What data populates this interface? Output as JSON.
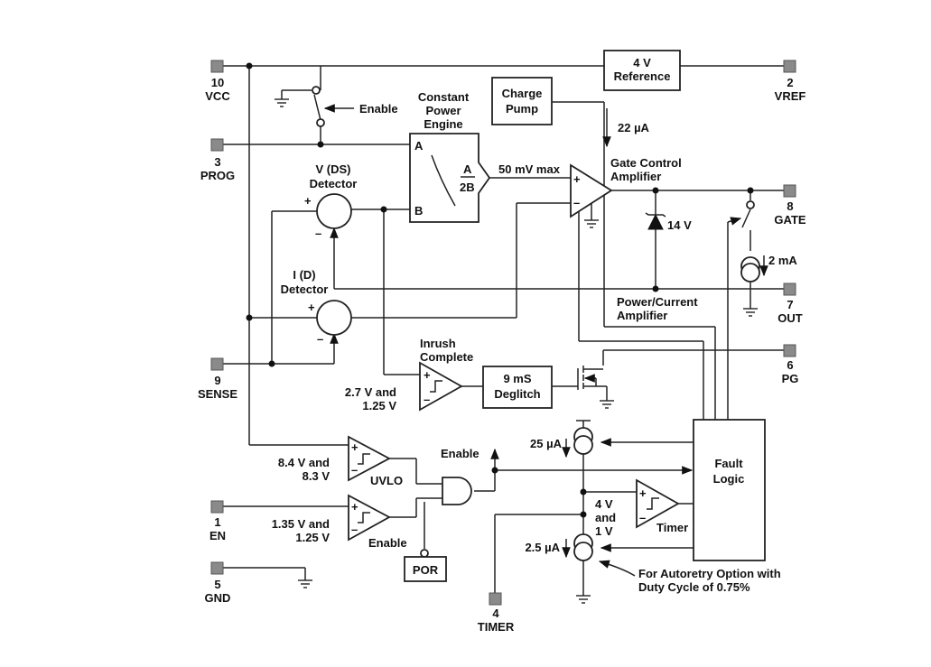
{
  "pins": {
    "vcc": {
      "num": "10",
      "name": "VCC"
    },
    "prog": {
      "num": "3",
      "name": "PROG"
    },
    "sense": {
      "num": "9",
      "name": "SENSE"
    },
    "en": {
      "num": "1",
      "name": "EN"
    },
    "gnd": {
      "num": "5",
      "name": "GND"
    },
    "vref": {
      "num": "2",
      "name": "VREF"
    },
    "gate": {
      "num": "8",
      "name": "GATE"
    },
    "out": {
      "num": "7",
      "name": "OUT"
    },
    "pg": {
      "num": "6",
      "name": "PG"
    },
    "timer": {
      "num": "4",
      "name": "TIMER"
    }
  },
  "blocks": {
    "reference": [
      "4 V",
      "Reference"
    ],
    "charge_pump": [
      "Charge",
      "Pump"
    ],
    "power_engine_title": [
      "Constant",
      "Power",
      "Engine"
    ],
    "engine_a": "A",
    "engine_b": "B",
    "engine_out_a": "A",
    "engine_out_2b": "2B",
    "deglitch": [
      "9 mS",
      "Deglitch"
    ],
    "fault_logic": [
      "Fault",
      "Logic"
    ],
    "por": "POR"
  },
  "labels": {
    "enable_top": "Enable",
    "vds_detector": [
      "V (DS)",
      "Detector"
    ],
    "id_detector": [
      "I (D)",
      "Detector"
    ],
    "limit_50mv": "50 mV max",
    "gate_amp": [
      "Gate Control",
      "Amplifier"
    ],
    "current_22ua": "22 µA",
    "zener_14v": "14 V",
    "current_2ma": "2 mA",
    "power_current_amp": [
      "Power/Current",
      "Amplifier"
    ],
    "inrush_complete": [
      "Inrush",
      "Complete"
    ],
    "inrush_thresh": [
      "2.7 V and",
      "1.25 V"
    ],
    "uvlo_thresh": [
      "8.4 V and",
      "8.3 V"
    ],
    "uvlo": "UVLO",
    "en_thresh": [
      "1.35 V and",
      "1.25 V"
    ],
    "enable_comp": "Enable",
    "enable_and": "Enable",
    "current_25ua": "25 µA",
    "timer_thresh": [
      "4 V",
      "and",
      "1 V"
    ],
    "timer_comp": "Timer",
    "current_2_5ua": "2.5 µA",
    "autoretry_note": [
      "For Autoretry Option with",
      "Duty Cycle of 0.75%"
    ]
  },
  "signs": {
    "plus": "+",
    "minus": "–"
  }
}
